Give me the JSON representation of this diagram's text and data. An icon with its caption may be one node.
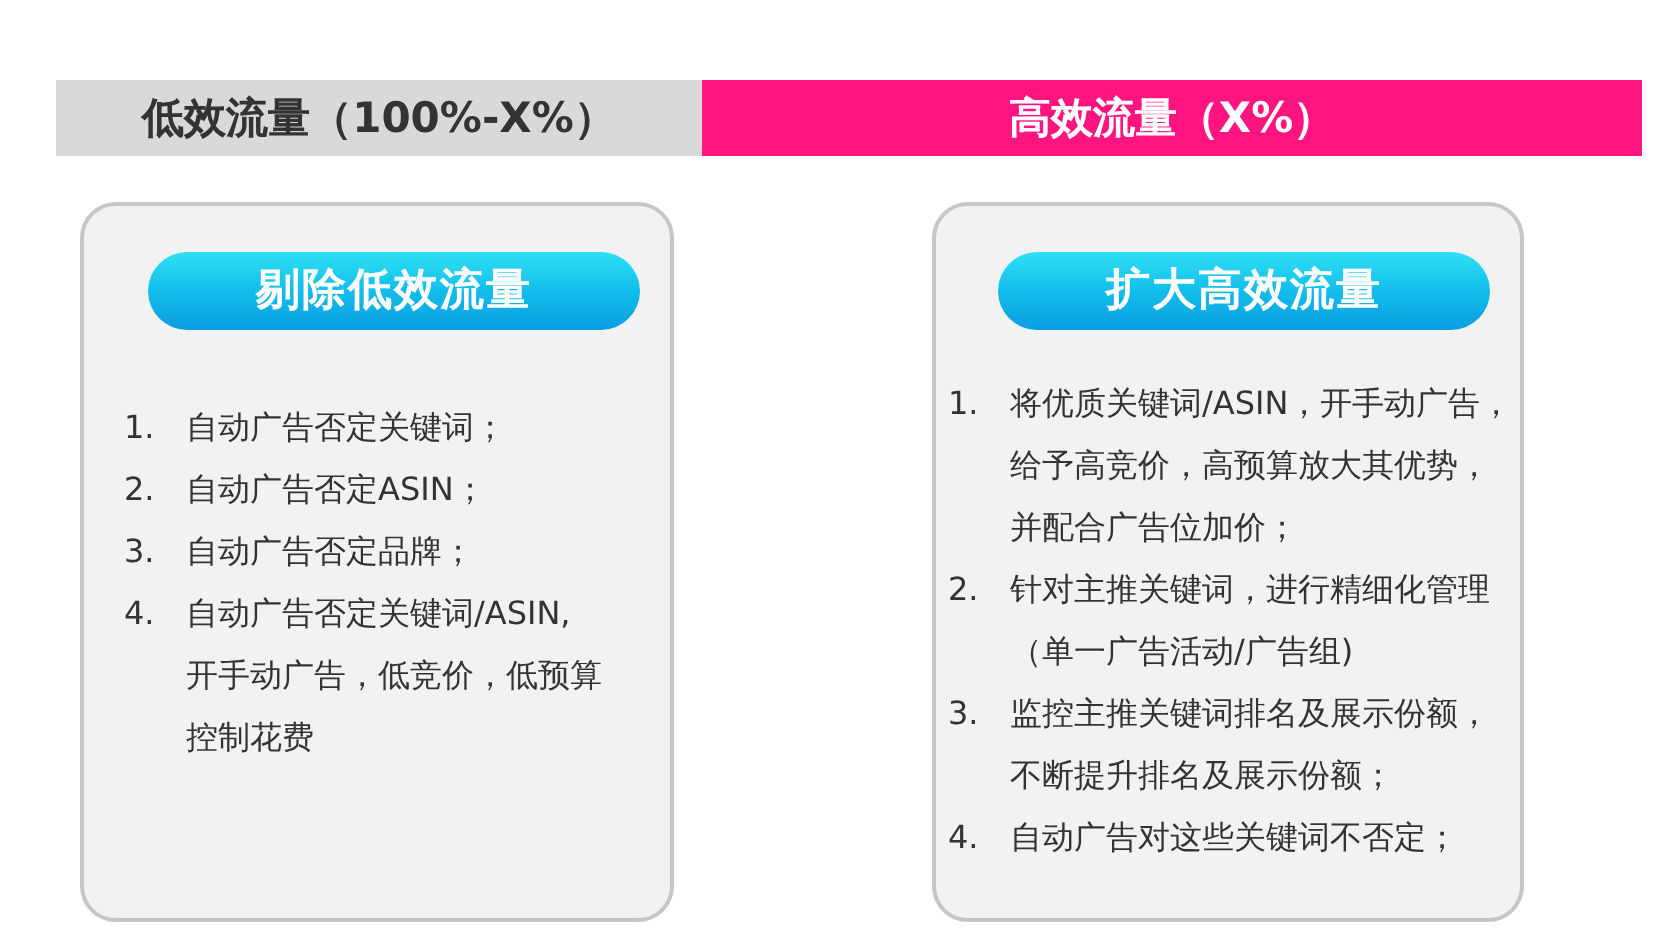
{
  "diagram": {
    "nodes": [
      {
        "text": [
          "低效流量（100%-X%）"
        ]
      },
      {
        "text": [
          "高效流量（X%）"
        ]
      },
      {
        "text": [
          "1. 自动广告否定关键词；",
          "2. 自动广告否定ASIN；",
          "3. 自动广告否定品牌；",
          "4. 自动广告否定关键词/ASIN, 开手动广告，低竞价，低预算控制花费"
        ]
      },
      {
        "text": [
          "剔除低效流量"
        ],
        "in": 2
      },
      {
        "text": [
          "1. 将优质关键词/ASIN，开手动广告，给予高竞价，高预算放大其优势，并配合广告位加价；",
          "2. 针对主推关键词，进行精细化管理（单一广告活动/广告组)",
          "3. 监控主推关键词排名及展示份额，不断提升排名及展示份额；",
          "4. 自动广告对这些关键词不否定；"
        ]
      },
      {
        "text": [
          "扩大高效流量"
        ],
        "in": 4
      }
    ]
  }
}
